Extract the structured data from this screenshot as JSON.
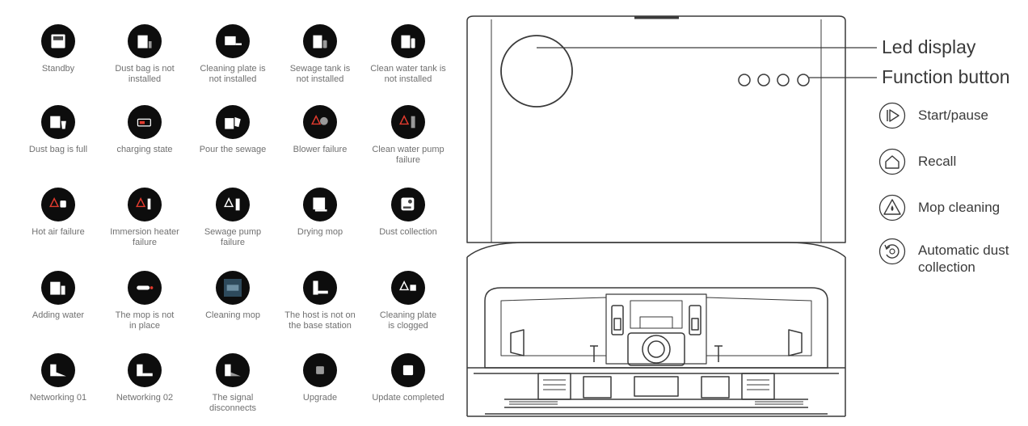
{
  "status_icons": [
    {
      "label": "Standby",
      "icon": "screen-icon"
    },
    {
      "label": "Dust bag is not\ninstalled",
      "icon": "dust-bag-missing-icon"
    },
    {
      "label": "Cleaning plate is\nnot installed",
      "icon": "cleaning-plate-missing-icon"
    },
    {
      "label": "Sewage tank is\nnot installed",
      "icon": "sewage-tank-missing-icon"
    },
    {
      "label": "Clean water tank is\nnot installed",
      "icon": "clean-water-tank-missing-icon"
    },
    {
      "label": "Dust bag is full",
      "icon": "dust-bag-full-icon"
    },
    {
      "label": "charging state",
      "icon": "battery-charging-icon"
    },
    {
      "label": "Pour the sewage",
      "icon": "pour-sewage-icon"
    },
    {
      "label": "Blower failure",
      "icon": "blower-failure-icon"
    },
    {
      "label": "Clean water pump\nfailure",
      "icon": "water-pump-failure-icon"
    },
    {
      "label": "Hot air failure",
      "icon": "hot-air-failure-icon"
    },
    {
      "label": "Immersion heater\nfailure",
      "icon": "heater-failure-icon"
    },
    {
      "label": "Sewage pump\nfailure",
      "icon": "sewage-pump-failure-icon"
    },
    {
      "label": "Drying mop",
      "icon": "drying-mop-icon"
    },
    {
      "label": "Dust collection",
      "icon": "dust-collection-icon"
    },
    {
      "label": "Adding water",
      "icon": "adding-water-icon"
    },
    {
      "label": "The mop is not\nin place",
      "icon": "mop-missing-icon"
    },
    {
      "label": "Cleaning mop",
      "icon": "cleaning-mop-icon"
    },
    {
      "label": "The host is not on\nthe base station",
      "icon": "host-off-base-icon"
    },
    {
      "label": "Cleaning plate\nis clogged",
      "icon": "plate-clogged-icon"
    },
    {
      "label": "Networking 01",
      "icon": "networking-01-icon"
    },
    {
      "label": "Networking 02",
      "icon": "networking-02-icon"
    },
    {
      "label": "The signal\ndisconnects",
      "icon": "signal-disconnect-icon"
    },
    {
      "label": "Upgrade",
      "icon": "upgrade-icon"
    },
    {
      "label": "Update completed",
      "icon": "update-completed-icon"
    }
  ],
  "callouts": {
    "led_display": "Led display",
    "function_button": "Function button"
  },
  "buttons_legend": [
    {
      "label": "Start/pause",
      "icon": "play-pause-icon"
    },
    {
      "label": "Recall",
      "icon": "home-icon"
    },
    {
      "label": "Mop cleaning",
      "icon": "mop-cleaning-icon"
    },
    {
      "label": "Automatic dust\ncollection",
      "icon": "dust-collection-cycle-icon"
    }
  ],
  "colors": {
    "icon_background": "#0d0d0d",
    "icon_white": "#ffffff",
    "warning_red": "#e23b2e",
    "line_art": "#3a3a3a"
  }
}
